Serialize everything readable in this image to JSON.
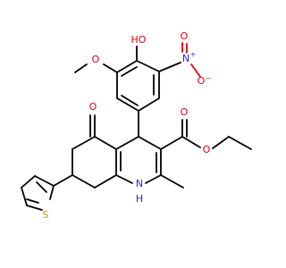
{
  "colors": {
    "carbon": "#000000",
    "oxygen": "#e8000b",
    "nitrogen": "#2020ff",
    "sulfur": "#b8a000"
  },
  "labels": {
    "hydroxyl": "HO",
    "nitro_n": "N",
    "nitro_n_charge": "+",
    "nitro_o_top": "O",
    "nitro_o_right": "O",
    "nitro_o_charge": "−",
    "methoxy_o": "O",
    "ketone_o": "O",
    "ester_carbonyl_o": "O",
    "ester_o": "O",
    "amine_n": "N",
    "amine_h": "H",
    "thiophene_s": "S"
  }
}
